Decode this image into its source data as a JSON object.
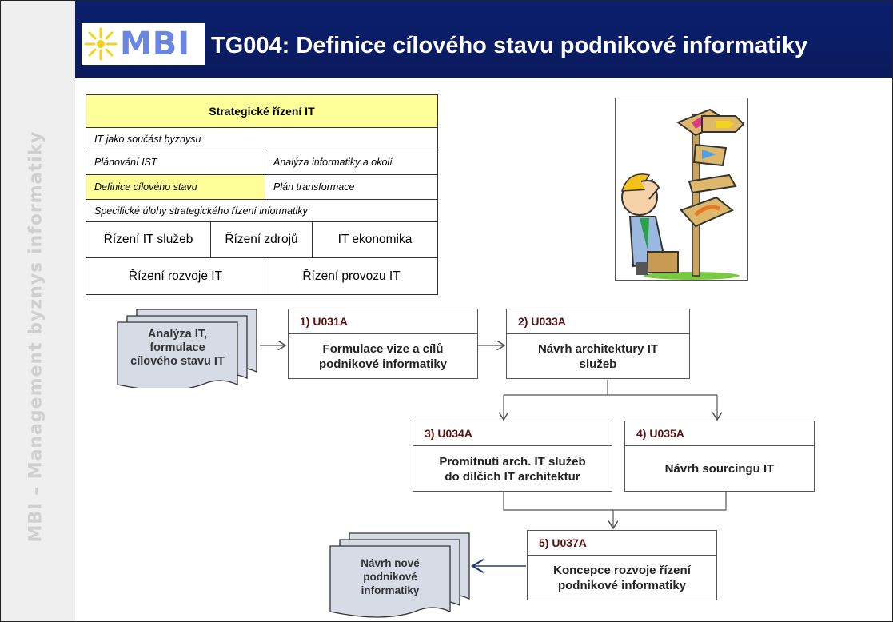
{
  "sidebar": {
    "text": "MBI – Management byznys informatiky"
  },
  "header": {
    "logo_text": "MBI",
    "title": "TG004: Definice cílového stavu podnikové informatiky"
  },
  "table": {
    "title": "Strategické řízení IT",
    "r1": "IT jako součást byznysu",
    "r2a": "Plánování IST",
    "r2b": "Analýza informatiky a okolí",
    "r3a": "Definice cílového stavu",
    "r3b": "Plán transformace",
    "r4": "Specifické úlohy strategického řízení informatiky",
    "r5a": "Řízení IT služeb",
    "r5b": "Řízení  zdrojů",
    "r5c": "IT ekonomika",
    "r6a": "Řízení rozvoje IT",
    "r6b": "Řízení provozu IT"
  },
  "colors": {
    "header_bg": "#0b1f6e",
    "highlight": "#ffff99",
    "task_code": "#5a1010",
    "document_fill": "#d6dbe6"
  },
  "input_doc": {
    "lines": [
      "Analýza IT,",
      "formulace",
      "cílového stavu  IT"
    ]
  },
  "output_doc": {
    "lines": [
      "Návrh nové",
      "podnikové",
      "informatiky"
    ]
  },
  "tasks": [
    {
      "code": "1)  U031A",
      "lines": [
        "Formulace vize a cílů",
        "podnikové informatiky"
      ]
    },
    {
      "code": "2)  U033A",
      "lines": [
        "Návrh architektury IT",
        "služeb"
      ]
    },
    {
      "code": "3)  U034A",
      "lines": [
        "Promítnutí arch. IT služeb",
        "do dílčích IT architektur"
      ]
    },
    {
      "code": "4)  U035A",
      "lines": [
        "Návrh sourcingu IT"
      ]
    },
    {
      "code": "5)  U037A",
      "lines": [
        "Koncepce rozvoje řízení",
        "podnikové informatiky"
      ]
    }
  ]
}
